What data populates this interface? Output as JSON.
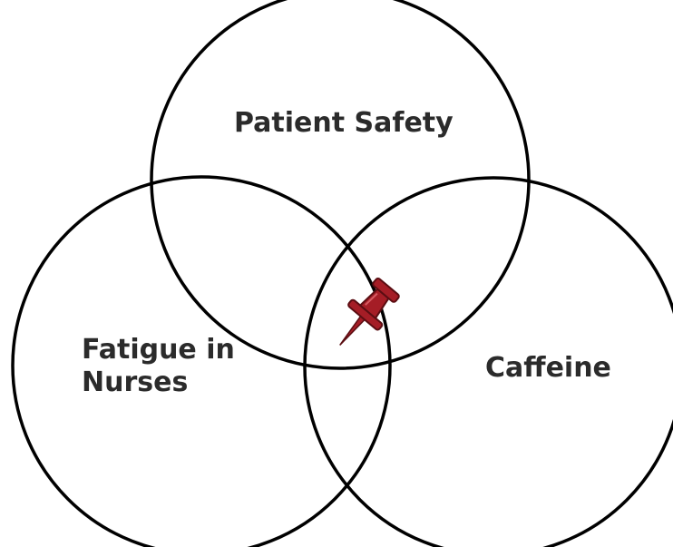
{
  "diagram": {
    "type": "venn",
    "sets": [
      {
        "id": "top",
        "label_lines": [
          "Patient Safety"
        ]
      },
      {
        "id": "left",
        "label_lines": [
          "Fatigue in",
          "Nurses"
        ]
      },
      {
        "id": "right",
        "label_lines": [
          "Caffeine"
        ]
      }
    ],
    "intersection_marker": "pushpin-icon",
    "colors": {
      "circle_stroke": "#000000",
      "label_text": "#2b2b2b",
      "pin_fill": "#a51d26",
      "pin_outline": "#5a0d12",
      "background": "#ffffff"
    }
  }
}
